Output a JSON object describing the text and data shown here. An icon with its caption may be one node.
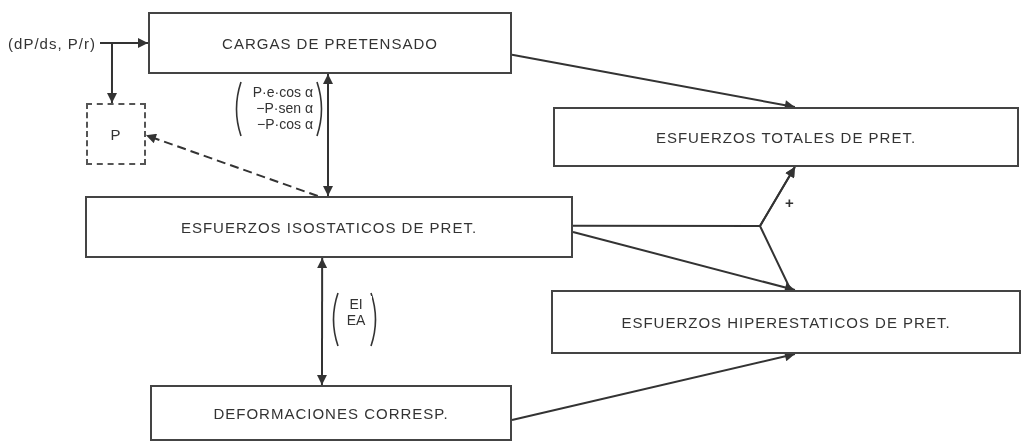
{
  "diagram": {
    "nodes": [
      {
        "text": [
          "(dP/ds, P/r)"
        ]
      },
      {
        "text": [
          "CARGAS DE PRETENSADO"
        ]
      },
      {
        "text": [
          "P"
        ]
      },
      {
        "text": [
          "ESFUERZOS ISOSTATICOS DE PRET."
        ]
      },
      {
        "text": [
          "ESFUERZOS TOTALES DE PRET."
        ]
      },
      {
        "text": [
          "ESFUERZOS HIPERESTATICOS DE PRET."
        ]
      },
      {
        "text": [
          "DEFORMACIONES CORRESP."
        ]
      }
    ],
    "edges": [
      {
        "from": 0,
        "to": 1,
        "arrow": "to"
      },
      {
        "from": 0,
        "to": 2,
        "arrow": "to"
      },
      {
        "from": 1,
        "to": 3,
        "arrow": "both",
        "label": "P·e·cos α −P·sen α −P·cos α"
      },
      {
        "from": 3,
        "to": 2,
        "arrow": "to",
        "style": "dashed"
      },
      {
        "from": 1,
        "to": 4,
        "arrow": "to"
      },
      {
        "from": 3,
        "to": 5,
        "arrow": "to"
      },
      {
        "from": 3,
        "to": 4,
        "arrow": "to"
      },
      {
        "from": 5,
        "to": 4,
        "arrow": "to"
      },
      {
        "from": 3,
        "to": 6,
        "arrow": "both",
        "label": "EI EA"
      },
      {
        "from": 6,
        "to": 5,
        "arrow": "to"
      }
    ],
    "labels": [
      "+"
    ]
  }
}
